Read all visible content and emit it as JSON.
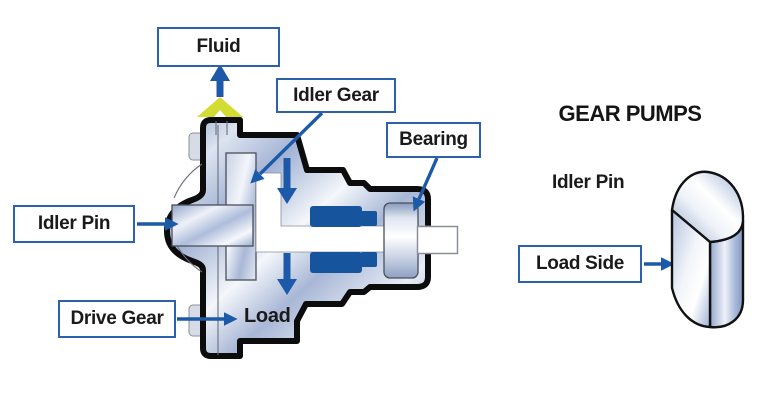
{
  "figure": {
    "title": "GEAR PUMPS",
    "callouts": {
      "fluid": "Fluid",
      "idler_gear": "Idler Gear",
      "bearing": "Bearing",
      "idler_pin": "Idler Pin",
      "drive_gear": "Drive Gear",
      "load_side": "Load Side"
    },
    "inline_labels": {
      "load": "Load",
      "idler_pin": "Idler Pin"
    },
    "colors": {
      "callout_border": "#2b62ab",
      "arrow_blue": "#1c5aa9",
      "gear_teeth": "#17549e",
      "fluid_arrow": "#d2dc33",
      "outline": "#0c0c0c"
    }
  }
}
